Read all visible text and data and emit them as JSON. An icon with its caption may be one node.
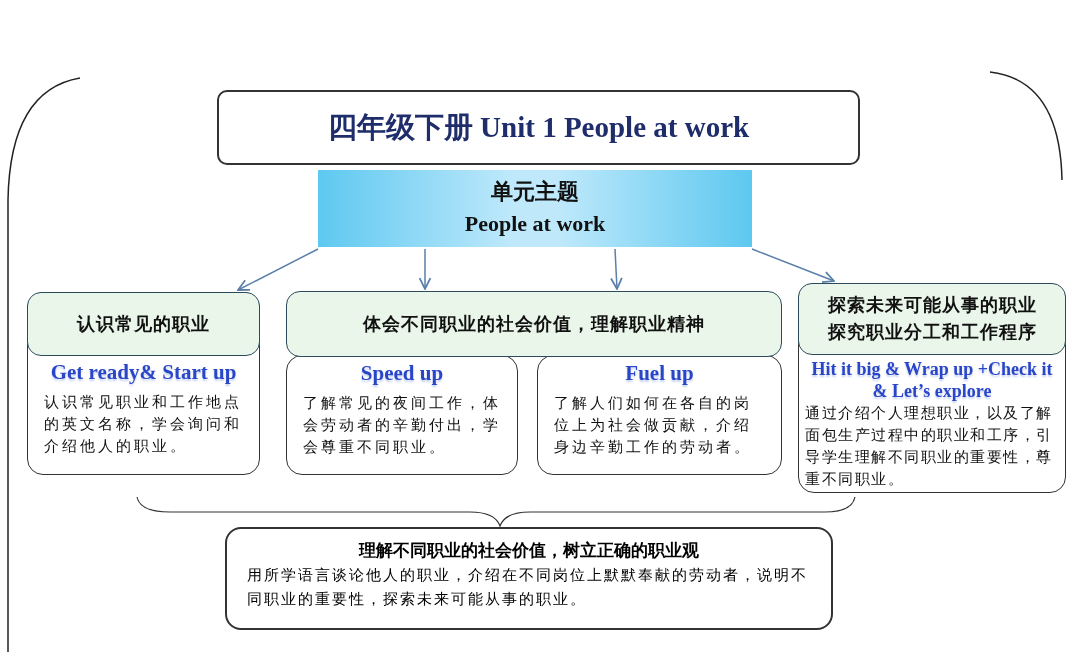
{
  "diagram": {
    "nodes": [
      {
        "text": [
          "四年级下册 Unit 1 People at work"
        ]
      },
      {
        "text": [
          "单元主题",
          "People at work"
        ]
      },
      {
        "text": [
          "Get ready& Start up",
          "认识常见职业和工作地点的英文名称，学会询问和介绍他人的职业。"
        ]
      },
      {
        "text": [
          "认识常见的职业"
        ],
        "in": 2
      },
      {
        "text": [
          "体会不同职业的社会价值，理解职业精神"
        ]
      },
      {
        "text": [
          "Speed up",
          "了解常见的夜间工作，体会劳动者的辛勤付出，学会尊重不同职业。"
        ]
      },
      {
        "text": [
          "Fuel up",
          "了解人们如何在各自的岗位上为社会做贡献，介绍身边辛勤工作的劳动者。"
        ]
      },
      {
        "text": [
          "Hit it big & Wrap up +Check it & Let’s explore",
          "通过介绍个人理想职业，以及了解面包生产过程中的职业和工序，引导学生理解不同职业的重要性，尊重不同职业。"
        ]
      },
      {
        "text": [
          "探索未来可能从事的职业",
          "探究职业分工和工作程序"
        ],
        "in": 7
      },
      {
        "text": [
          "理解不同职业的社会价值，树立正确的职业观",
          "用所学语言谈论他人的职业，介绍在不同岗位上默默奉献的劳动者，说明不同职业的重要性，探索未来可能从事的职业。"
        ]
      }
    ],
    "edges": [
      {
        "from": 1,
        "to": 3,
        "arrow": "to"
      },
      {
        "from": 1,
        "to": 4,
        "arrow": "to"
      },
      {
        "from": 1,
        "to": 4,
        "arrow": "to"
      },
      {
        "from": 1,
        "to": 8,
        "arrow": "to"
      }
    ]
  }
}
